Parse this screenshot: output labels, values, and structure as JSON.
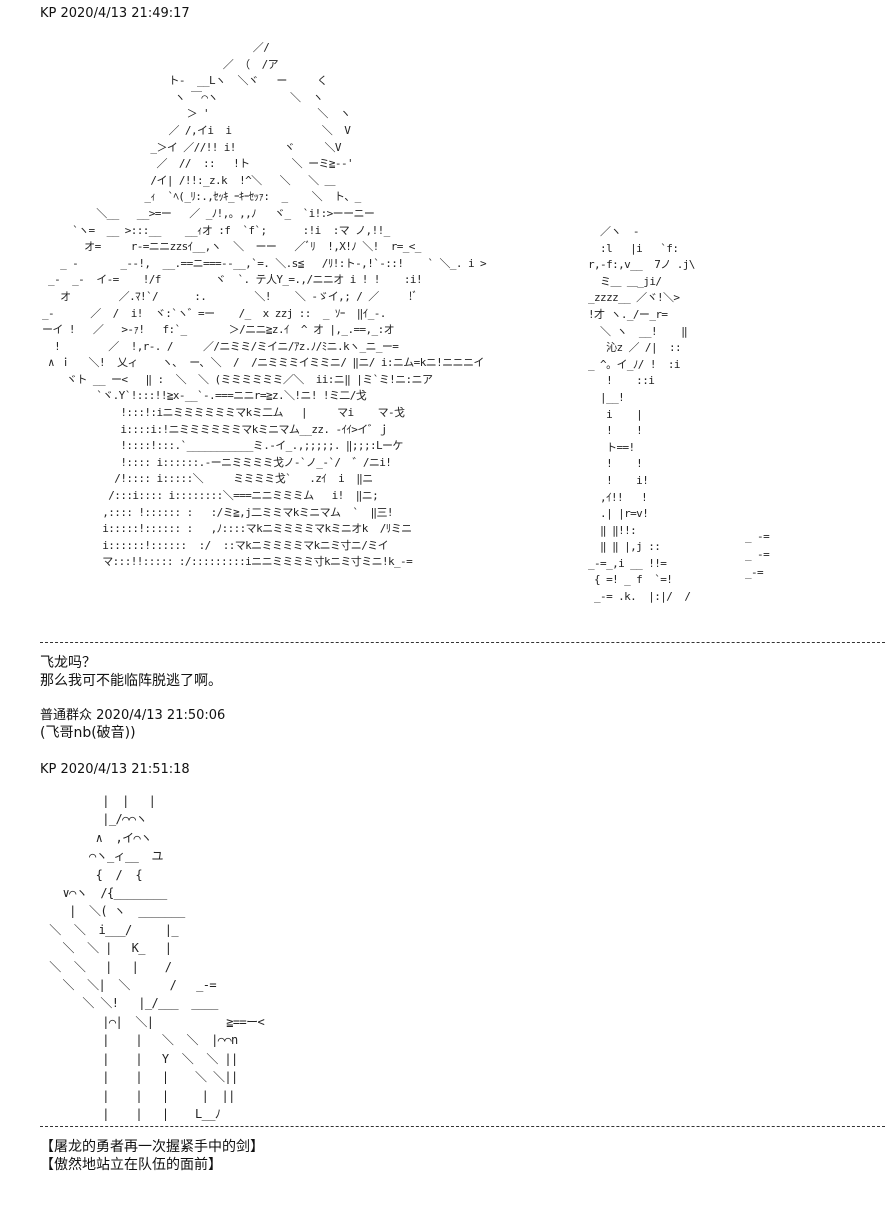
{
  "post1": {
    "header": "KP 2020/4/13 21:49:17",
    "art": "                                    ／/\n                               ／ （  /ア\n                      ト-  __Lヽ  ＼ヾ   ー     く\n                       ヽ ￣⌒ヽ            ＼  ヽ\n                         ＞ '                  ＼  ヽ\n                      ／ /,イi  i               ＼  V\n                   _＞イ ／//!! i!        ヾ     ＼V\n                    ／  //  ::   !ト       ＼ ーミ≧--'\n                   /イ| /!!:_z.k  !^＼   ＼   ＼ ＿\n                  _ｨ  `ﾍ(_ﾘ:.,ｾｯｷ_ｰｷｰｾｯｧ:  _    ＼  ト、_\n          ＼__   __>=ー   ／ _ﾉ!,。,,ﾉ   ヾ_  `i!:>ーーニー\n      `ヽ=  __ >:::__    __ｨオ :f  `f`;      :!i  :マ ノ,!!_\n        オ=     r-=ニニzzsｲ__,ヽ  ＼  ーー   ／ﾞﾘ  !,X!ﾉ ＼!  r=_<_\n    _ -       _--!,  __.==ニ===--__,`=. ＼.s≦   /ﾘ!:ト-,!`-::!    ` ＼_. i > \n  _-  _-  イ-=    !/f         ヾ  `. テ人Y_=.,/ニニオ i ! !    :i!\n    オ        ／.ﾏ!`/      :.        ＼!    ＼ -ゞイ,; / ／     !ﾞ\n _-      ／  /  i!  ヾ:`ヽ゛=ー    /_  x zzj ::  _ ｿｰ  ‖ｲ_-.\n ーイ !   ／   >-ｧ!   f:`_       ＞/ニニ≧z.ｲ  ^ オ |,_.==,_:オ\n   !        ／  !,r-. /     ／/ニミミ/ミイニ/ｱz.ﾉ/ﾐニ.kヽ_ニ_ー=\n  ∧ ｉ   ＼!  乂ィ    ヽ､  ー､ ＼  /  /ニミミミイミミニ/ ‖ニ/ i:ニム=kニ!ニニニイ\n     ヾト __ ー<   ‖ :  ＼  ＼ (ミミミミミミ／＼  ii:ニ‖ |ミ`ミ!ニ:ニア\n          `ヾ.Y`!:::!!≧x-__`-.===ニニr=≧z.＼!ニ! !ミ二/戈\n              !:::!:iニミミミミミミマkミ二ム   |     マi    マ-戈\n              i::::i:!ニミミミミミミマkミニマム__zz. -ｲｲ>イ゛ｊ\n              !::::!:::.`___________ミ.-イ_.,;;;;;. ‖;;;:Lーケ\n              !:::: i::::::.-ーニミミミミ戈ノ-`ノ_-`/  ゛/ニi!\n             /!:::: i:::::＼     ミミミミ戈`   .zｲ  i  ‖ニ\n            /:::i:::: i::::::::＼===ニニミミミム   i!  ‖ニ;\n           ,:::: !:::::: :   :/ミ≧,j二ミミマkミニマム  `  ‖三!\n           i:::::!:::::: :   ,ﾉ::::マkニミミミミマkミニオk  /ﾘミニ\n           i::::::!::::::  :/  ::マkニミミミミマkニミ寸ニ/ミイ\n           マ:::!!::::: :/:::::::::iニニミミミミ寸kニミ寸ミニ!k_-=",
    "art_side": "  ／ヽ  -\n  :l   |i   `f:\nr,-f:,v__  7ノ .j\\\n  ミ＿ ＿_ji/\n_zzzz__ ／ヾ!＼>\n!才 ヽ._/ー_r=\n  ＼ ヽ  __!    ‖\n   沁z ／ /|  ::\n_ ^。イ_ﾉ/ !  :i\n   !    ::i\n  |__!\n   i    |\n   !    !\n   ト==!\n   !    !\n   !    i!\n  ,ｲ!!   !\n  .| |r=v!\n  ‖ ‖!!:\n  ‖ ‖ |,j ::\n_-=_,i __ !!=\n { =! _ f  `=!\n _-= .k.  |:|/  /",
    "art_right": "_ -=\n_ -=\n_-=",
    "lines": [
      "飞龙吗？",
      "那么我可不能临阵脱逃了啊。"
    ]
  },
  "post2": {
    "header": "普通群众 2020/4/13 21:50:06",
    "lines": [
      "(飞哥nb(破音))"
    ]
  },
  "post3": {
    "header": "KP 2020/4/13 21:51:18",
    "art": "          |  |   |\n          |_/⌒⌒ヽ\n         ∧  ,イ⌒ヽ\n        ⌒ヽ_ィ__  ユ\n         {  /  {\n    ∨⌒ヽ  /{________\n     |  ＼( ヽ  _______\n  ＼  ＼  i___/     |_\n    ＼  ＼ |   K_   |\n  ＼  ＼   |   |    /\n    ＼  ＼|  ＼      /   _-=\n       ＼ ＼!   |_/___  ____\n          |⌒|  ＼|           ≧==ー<\n          |    |   ＼  ＼  |⌒⌒n\n          |    |   Y  ＼  ＼ ||\n          |    |   |    ＼ ＼||\n          |    |   |     |  ||\n          |    |   |    L__ﾉ",
    "lines": [
      "【屠龙的勇者再一次握紧手中的剑】",
      "【傲然地站立在队伍的面前】"
    ]
  }
}
